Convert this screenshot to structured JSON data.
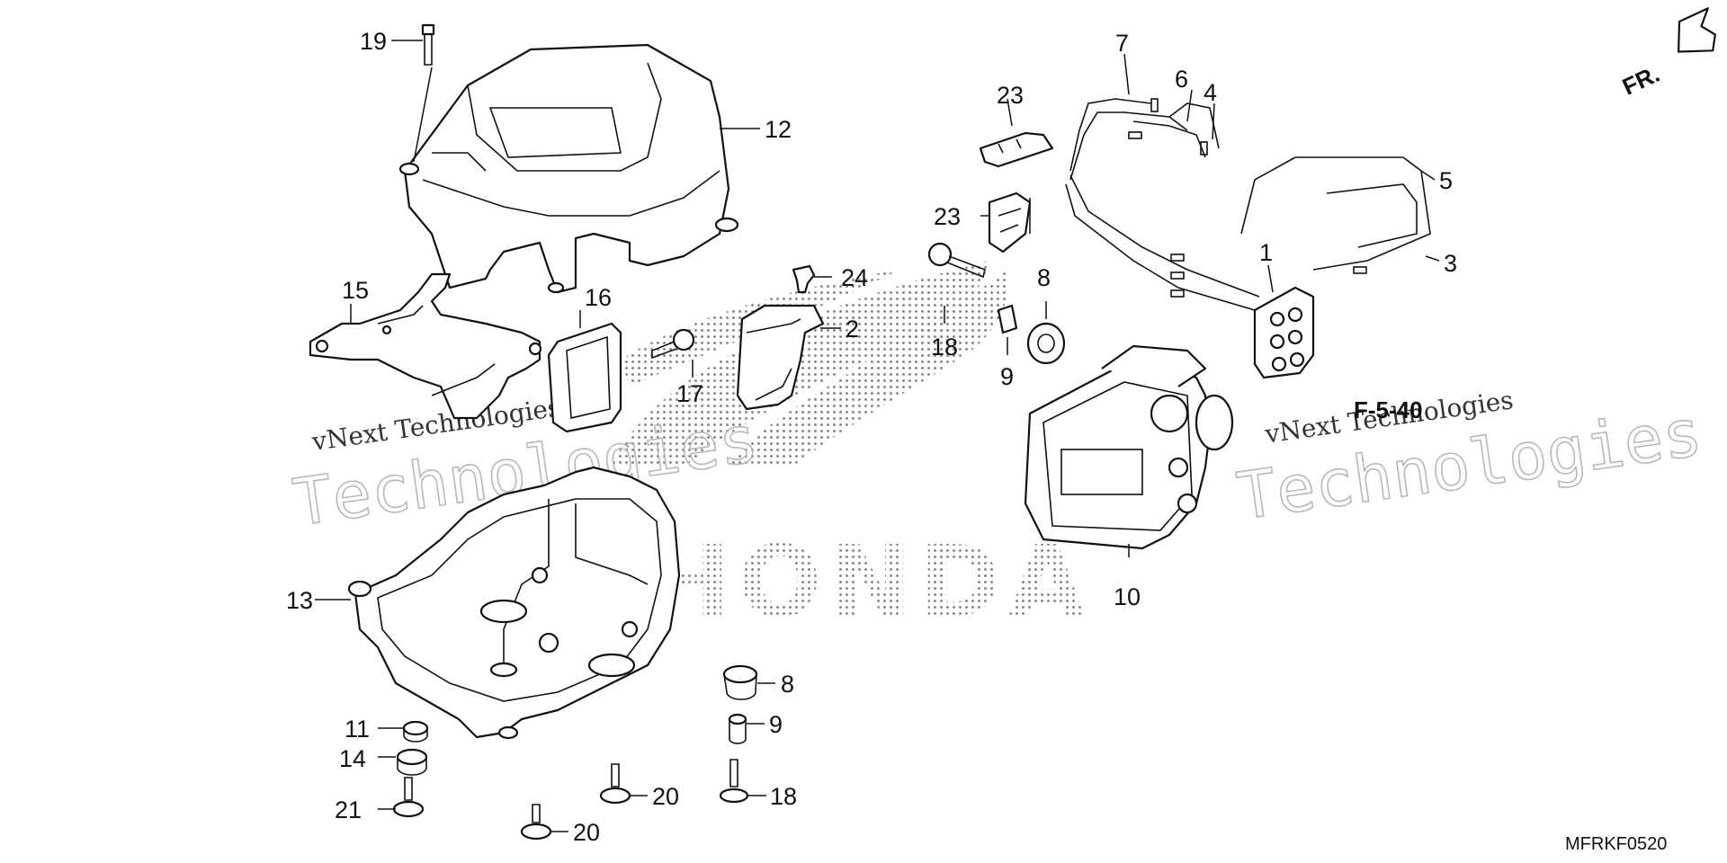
{
  "diagram": {
    "code": "MFRKF0520",
    "reference": "F-5-40",
    "front_label": "FR.",
    "logo_text": "HONDA",
    "watermark": "vNext Technologies",
    "watermark_word": "Technologies",
    "callouts": [
      "1",
      "2",
      "3",
      "4",
      "5",
      "6",
      "7",
      "8",
      "8",
      "9",
      "9",
      "10",
      "11",
      "12",
      "13",
      "14",
      "15",
      "16",
      "17",
      "18",
      "18",
      "19",
      "20",
      "20",
      "21",
      "23",
      "23",
      "24"
    ]
  }
}
